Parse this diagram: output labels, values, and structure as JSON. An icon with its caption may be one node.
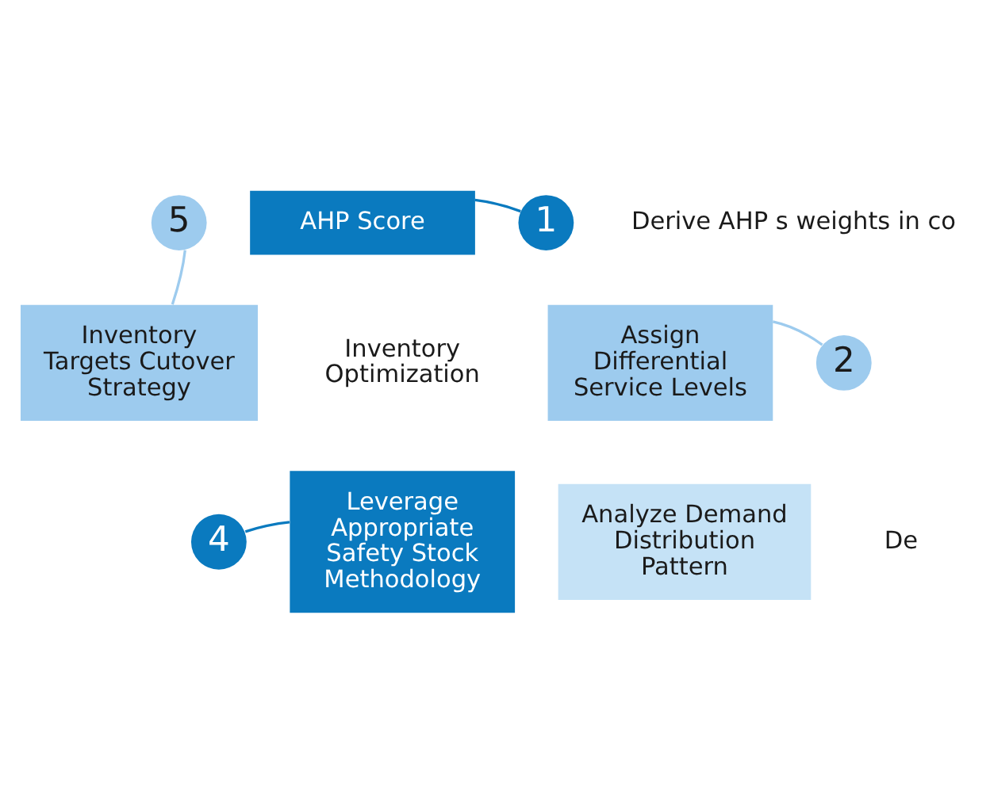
{
  "diagram": {
    "nodes": [
      {
        "text": [
          "AHP Score"
        ]
      },
      {
        "text": [
          "Assign Differential Service Levels"
        ]
      },
      {
        "text": [
          "Analyze Demand Distribution Pattern"
        ]
      },
      {
        "text": [
          "Leverage Appropriate Safety Stock Methodology"
        ]
      },
      {
        "text": [
          "Inventory Targets Cutover Strategy"
        ]
      },
      {
        "text": [
          "Inventory Optimization"
        ]
      },
      {
        "text": [
          "1"
        ]
      },
      {
        "text": [
          "2"
        ]
      },
      {
        "text": [
          "4"
        ]
      },
      {
        "text": [
          "5"
        ]
      }
    ],
    "edges": [
      {
        "from": 6,
        "to": 0,
        "arrow": "none",
        "color": "#0a7abf"
      },
      {
        "from": 7,
        "to": 1,
        "arrow": "none",
        "color": "#9dcbee"
      },
      {
        "from": 8,
        "to": 3,
        "arrow": "none",
        "color": "#0a7abf"
      },
      {
        "from": 9,
        "to": 4,
        "arrow": "none",
        "color": "#9dcbee"
      }
    ],
    "labels": [
      "Derive AHP s weights in co",
      "De"
    ]
  }
}
